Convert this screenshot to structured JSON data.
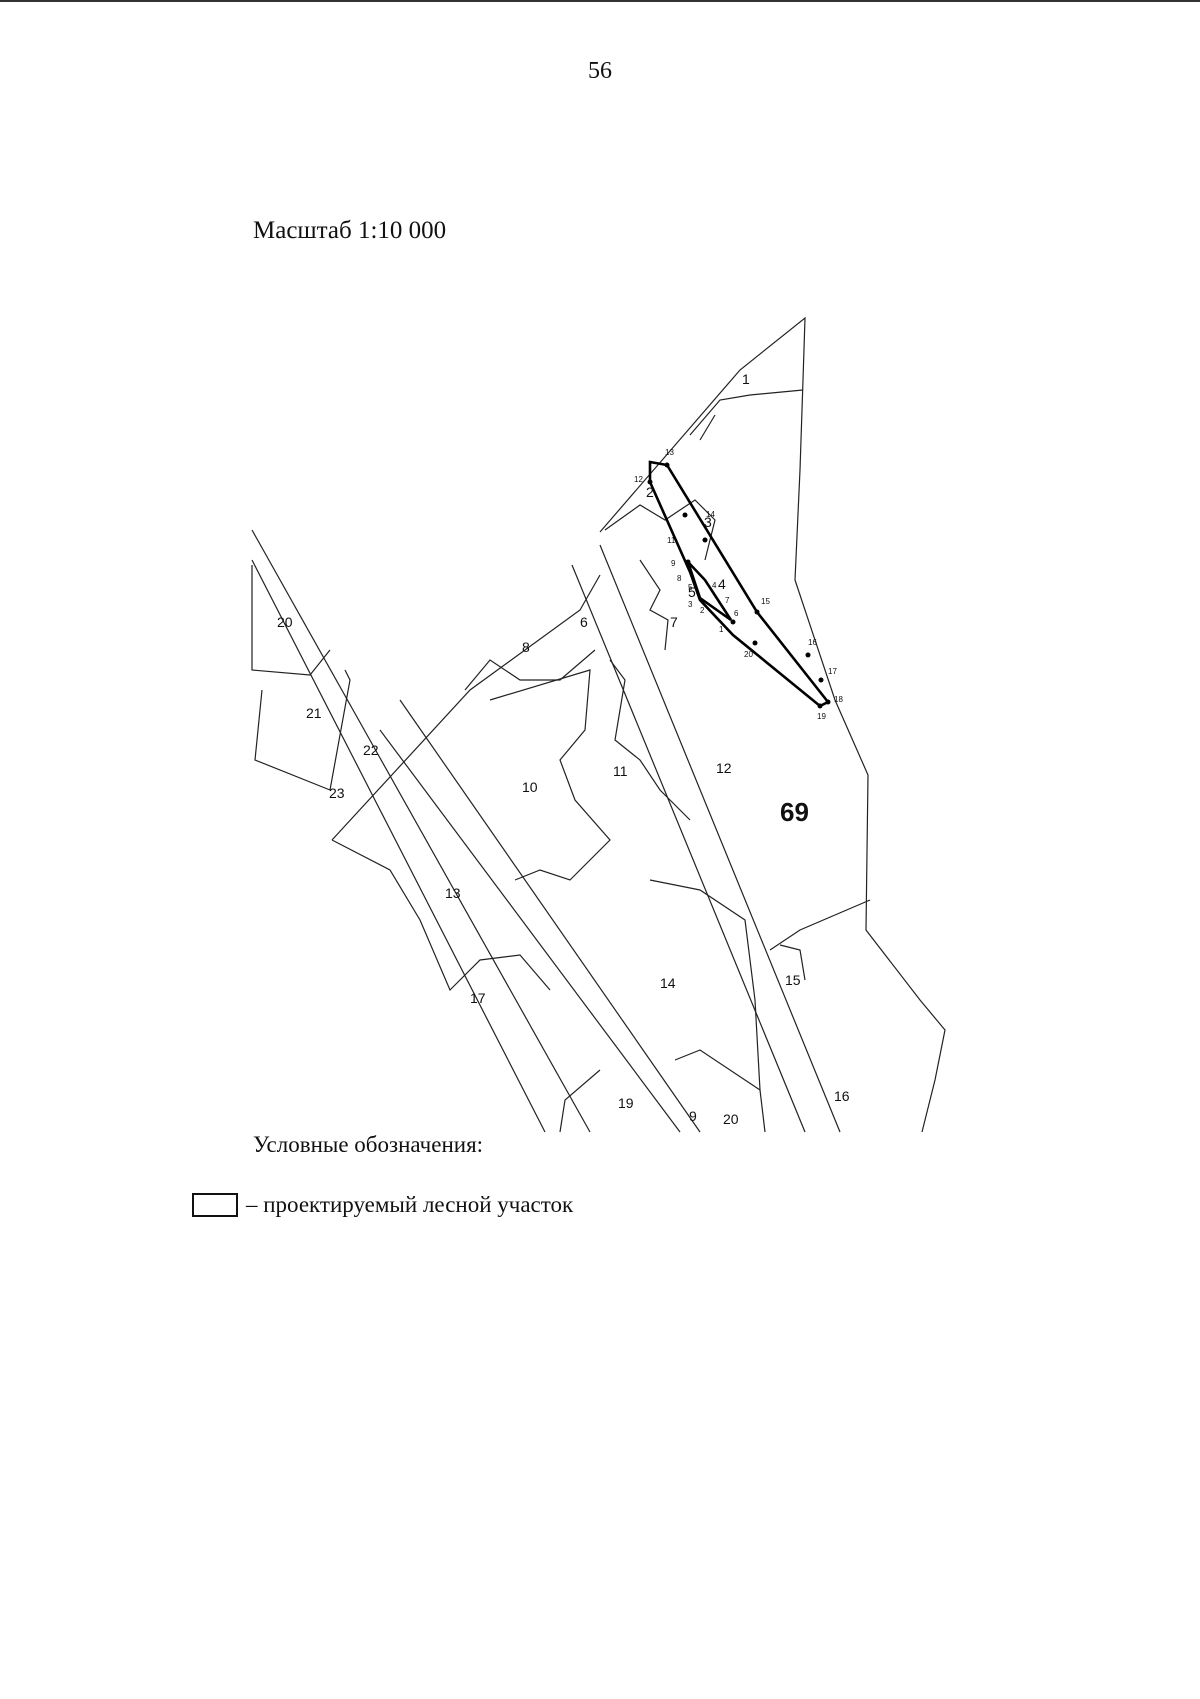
{
  "page": {
    "number": "56"
  },
  "map": {
    "scale_label": "Масштаб 1:10 000",
    "quarter_number": "69",
    "allotment_numbers": [
      "1",
      "2",
      "3",
      "4",
      "5",
      "6",
      "7",
      "8",
      "10",
      "11",
      "12",
      "13",
      "14",
      "15",
      "16",
      "17",
      "19",
      "20",
      "20",
      "21",
      "22",
      "23",
      "9"
    ],
    "plot_point_numbers": [
      "1",
      "2",
      "3",
      "4",
      "5",
      "6",
      "7",
      "8",
      "9",
      "11",
      "12",
      "13",
      "14",
      "15",
      "16",
      "17",
      "18",
      "19",
      "20"
    ]
  },
  "legend": {
    "title": "Условные обозначения:",
    "items": [
      {
        "text": "– проектируемый лесной участок",
        "symbol": "outlined-rectangle"
      }
    ]
  }
}
